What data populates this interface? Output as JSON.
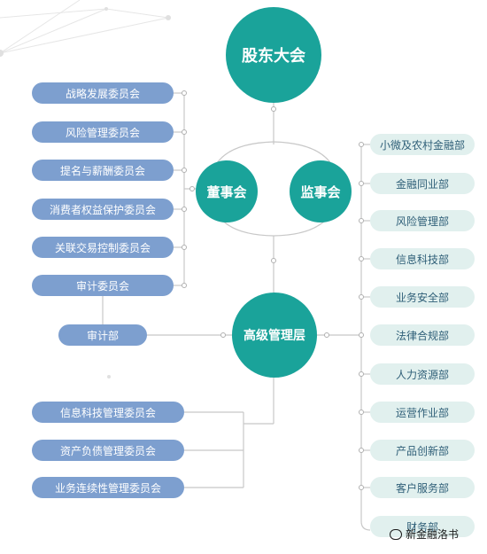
{
  "nodes": {
    "shareholders": "股东大会",
    "board": "董事会",
    "supervisors": "监事会",
    "management": "高级管理层"
  },
  "board_committees": [
    "战略发展委员会",
    "风险管理委员会",
    "提名与薪酬委员会",
    "消费者权益保护委员会",
    "关联交易控制委员会",
    "审计委员会"
  ],
  "audit_dept": "审计部",
  "management_committees": [
    "信息科技管理委员会",
    "资产负债管理委员会",
    "业务连续性管理委员会"
  ],
  "departments": [
    "小微及农村金融部",
    "金融同业部",
    "风险管理部",
    "信息科技部",
    "业务安全部",
    "法律合规部",
    "人力资源部",
    "运营作业部",
    "产品创新部",
    "客户服务部",
    "财务部"
  ],
  "watermark": "新金融洛书",
  "colors": {
    "circle": "#1aa39a",
    "committee_pill": "#7d9fcf",
    "department_pill": "#e1f0ee",
    "department_text": "#2f5f78",
    "connector": "#c8c8c8"
  }
}
